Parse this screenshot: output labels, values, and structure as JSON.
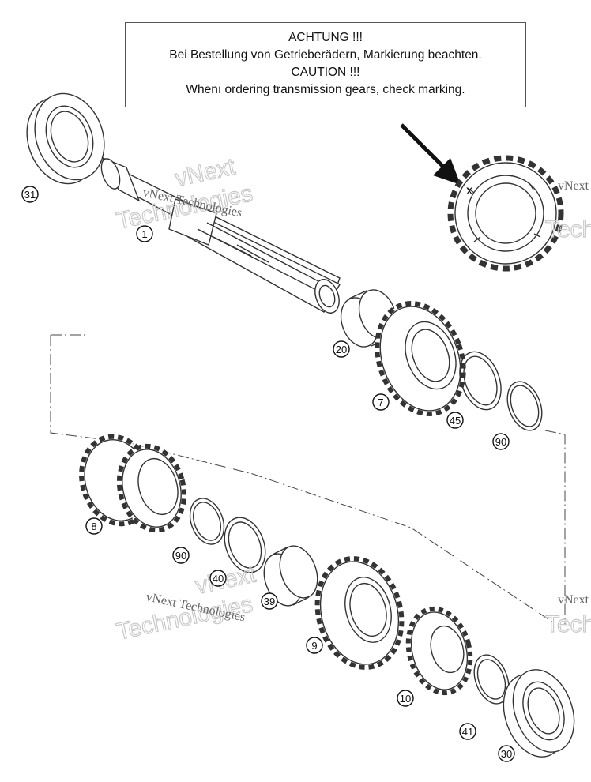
{
  "notice": {
    "line1": "ACHTUNG !!!",
    "line2": "Bei Bestellung von Getrieberädern, Markierung beachten.",
    "line3": "CAUTION !!!",
    "line4": "Whenı ordering transmission gears, check marking."
  },
  "watermark": {
    "small": "vNext Technologies",
    "big1": "vNext",
    "big2": "Technologies",
    "edge_small": "vNext",
    "edge_big": "Tech"
  },
  "parts": {
    "p31": "31",
    "p1": "1",
    "p20": "20",
    "p7": "7",
    "p45": "45",
    "p90a": "90",
    "p8": "8",
    "p90b": "90",
    "p40": "40",
    "p39": "39",
    "p9": "9",
    "p10": "10",
    "p41": "41",
    "p30": "30"
  },
  "marking_symbol": "x"
}
